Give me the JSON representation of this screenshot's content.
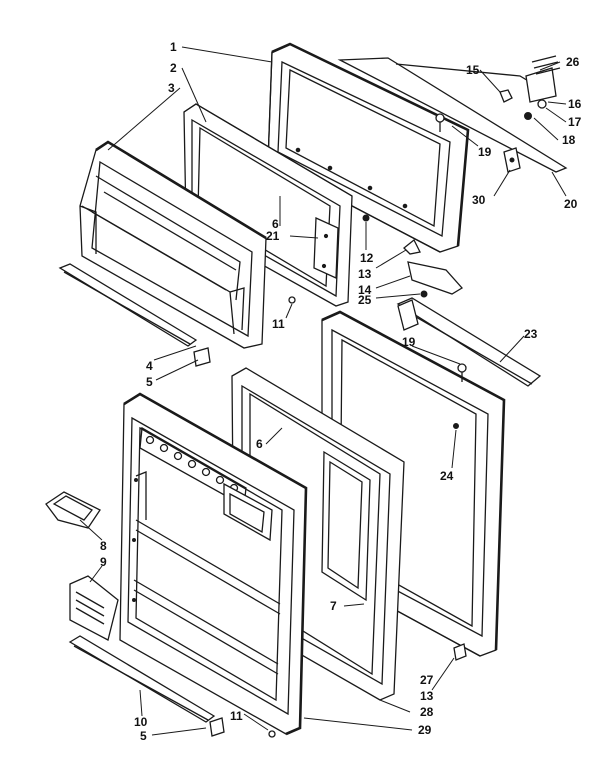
{
  "callouts": [
    {
      "id": "c1",
      "text": "1"
    },
    {
      "id": "c2",
      "text": "2"
    },
    {
      "id": "c3",
      "text": "3"
    },
    {
      "id": "c4",
      "text": "4"
    },
    {
      "id": "c5a",
      "text": "5"
    },
    {
      "id": "c6a",
      "text": "6"
    },
    {
      "id": "c11a",
      "text": "11"
    },
    {
      "id": "c12",
      "text": "12"
    },
    {
      "id": "c13a",
      "text": "13"
    },
    {
      "id": "c14",
      "text": "14"
    },
    {
      "id": "c15",
      "text": "15"
    },
    {
      "id": "c16",
      "text": "16"
    },
    {
      "id": "c17",
      "text": "17"
    },
    {
      "id": "c18",
      "text": "18"
    },
    {
      "id": "c19a",
      "text": "19"
    },
    {
      "id": "c20",
      "text": "20"
    },
    {
      "id": "c21",
      "text": "21"
    },
    {
      "id": "c23",
      "text": "23"
    },
    {
      "id": "c24",
      "text": "24"
    },
    {
      "id": "c25",
      "text": "25"
    },
    {
      "id": "c26",
      "text": "26"
    },
    {
      "id": "c30",
      "text": "30"
    },
    {
      "id": "c19b",
      "text": "19"
    },
    {
      "id": "c6b",
      "text": "6"
    },
    {
      "id": "c7",
      "text": "7"
    },
    {
      "id": "c8",
      "text": "8"
    },
    {
      "id": "c9",
      "text": "9"
    },
    {
      "id": "c10",
      "text": "10"
    },
    {
      "id": "c5b",
      "text": "5"
    },
    {
      "id": "c11b",
      "text": "11"
    },
    {
      "id": "c13b",
      "text": "13"
    },
    {
      "id": "c27",
      "text": "27"
    },
    {
      "id": "c28",
      "text": "28"
    },
    {
      "id": "c29",
      "text": "29"
    }
  ]
}
